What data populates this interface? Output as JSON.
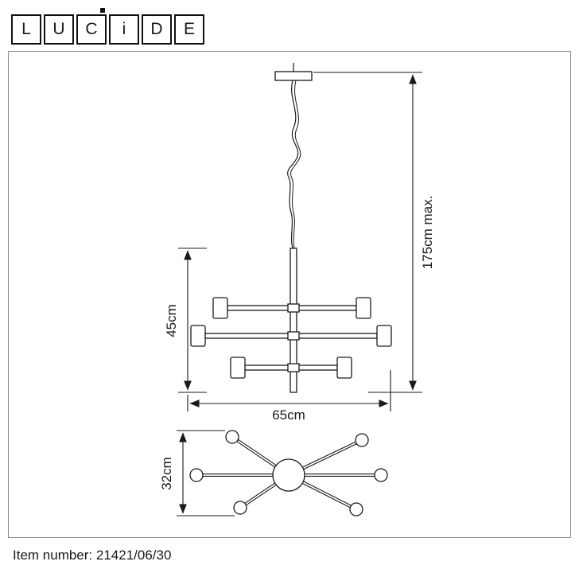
{
  "logo": {
    "letters": [
      "L",
      "U",
      "C",
      "i",
      "D",
      "E"
    ]
  },
  "drawing": {
    "labels": {
      "max_height": "175cm max.",
      "fixture_height": "45cm",
      "width": "65cm",
      "depth": "32cm"
    }
  },
  "footer": {
    "item_number": "Item number: 21421/06/30"
  },
  "colors": {
    "ink": "#1a1a1a",
    "frame_border": "#8a8a8a"
  }
}
